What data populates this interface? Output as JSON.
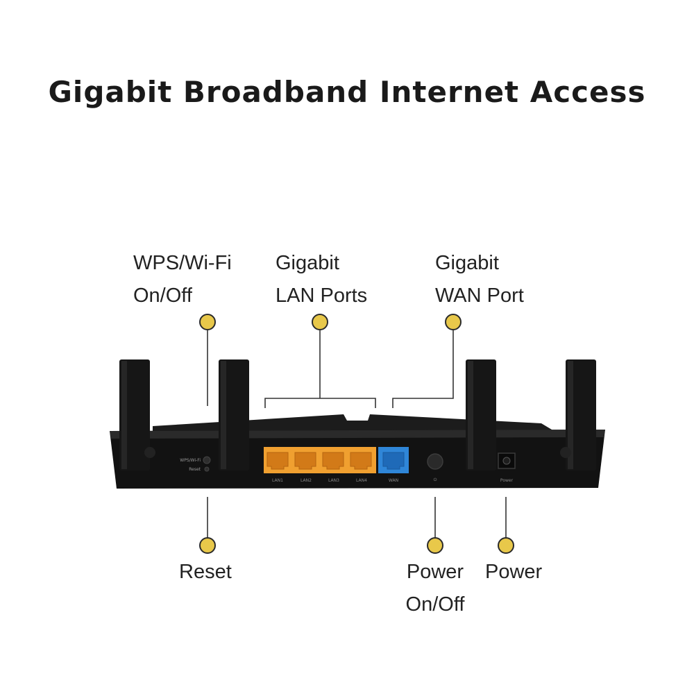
{
  "title": "Gigabit Broadband Internet Access",
  "callouts": {
    "wps": {
      "line1": "WPS/Wi-Fi",
      "line2": "On/Off"
    },
    "lan": {
      "line1": "Gigabit",
      "line2": "LAN Ports"
    },
    "wan": {
      "line1": "Gigabit",
      "line2": "WAN Port"
    },
    "reset": {
      "line1": "Reset"
    },
    "power_switch": {
      "line1": "Power",
      "line2": "On/Off"
    },
    "power": {
      "line1": "Power"
    }
  },
  "router": {
    "side_label_wps": "WPS/Wi-Fi",
    "side_label_reset": "Reset",
    "ports": [
      "LAN1",
      "LAN2",
      "LAN3",
      "LAN4"
    ],
    "wan_label": "WAN",
    "power_label": "Power",
    "power_symbol": "⏻"
  },
  "colors": {
    "dot": "#e8c84a",
    "dot_stroke": "#2a2a2a",
    "lan_port": "#f0a030",
    "wan_port": "#2f86d8",
    "body": "#121212"
  }
}
